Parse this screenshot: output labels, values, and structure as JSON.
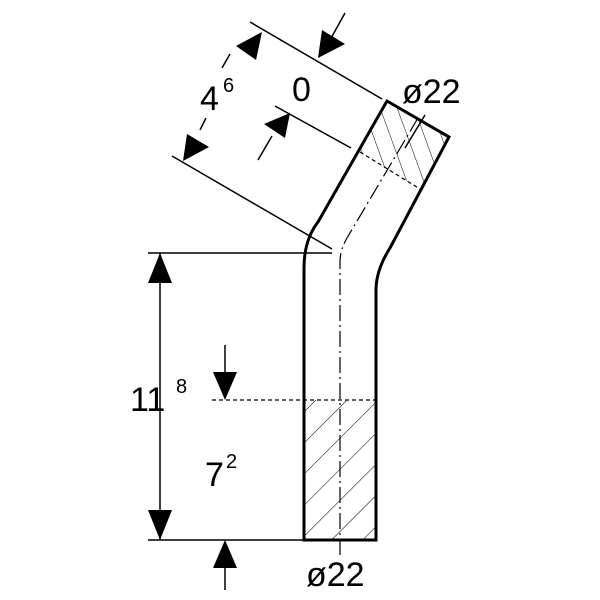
{
  "drawing": {
    "top_dim_main": "4",
    "top_dim_main_sup": "6",
    "top_dim_offset": "0",
    "top_diameter": "ø22",
    "left_dim_total": "11",
    "left_dim_total_sup": "8",
    "left_dim_insert": "7",
    "left_dim_insert_sup": "2",
    "bottom_diameter": "ø22"
  },
  "colors": {
    "line": "#000000",
    "background": "#ffffff"
  }
}
